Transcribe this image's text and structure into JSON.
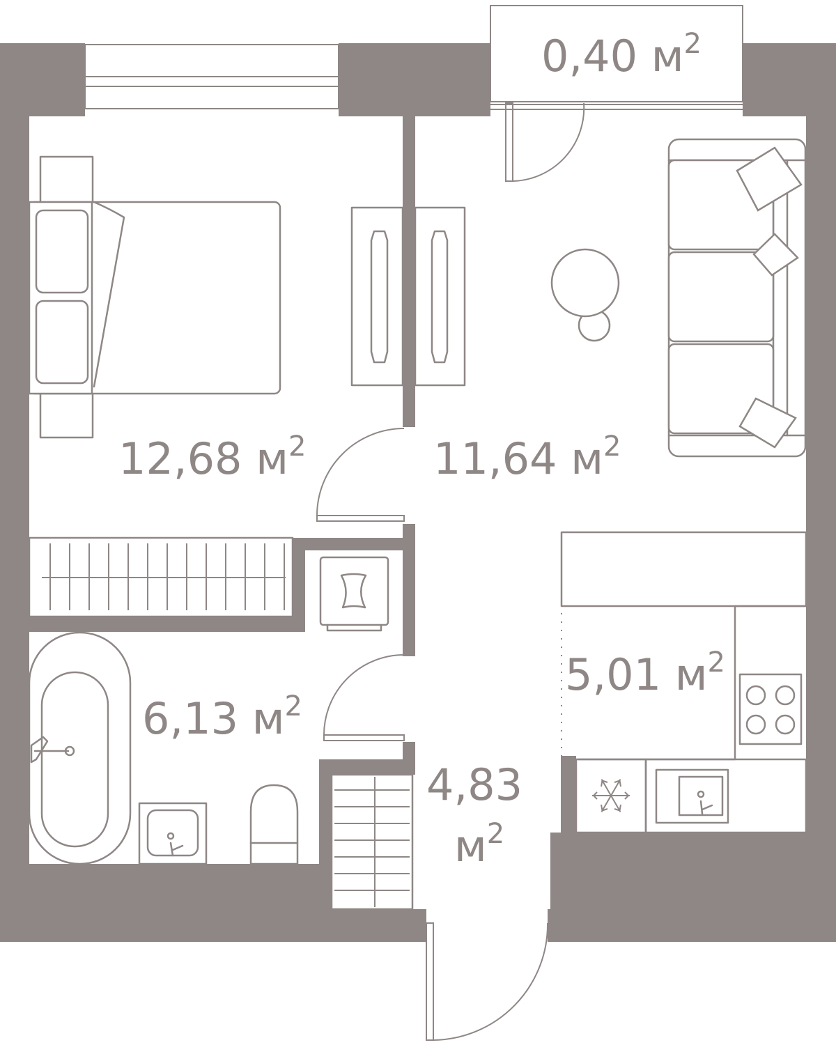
{
  "rooms": {
    "balcony": {
      "area": "0,40 м",
      "sup": "2"
    },
    "bedroom": {
      "area": "12,68 м",
      "sup": "2"
    },
    "living_room": {
      "area": "11,64 м",
      "sup": "2"
    },
    "bathroom": {
      "area": "6,13 м",
      "sup": "2"
    },
    "kitchen": {
      "area": "5,01 м",
      "sup": "2"
    },
    "hallway": {
      "area_line1": "4,83",
      "area_line2": "м",
      "sup": "2"
    }
  },
  "colors": {
    "wall": "#8e8785",
    "background": "#ffffff"
  }
}
